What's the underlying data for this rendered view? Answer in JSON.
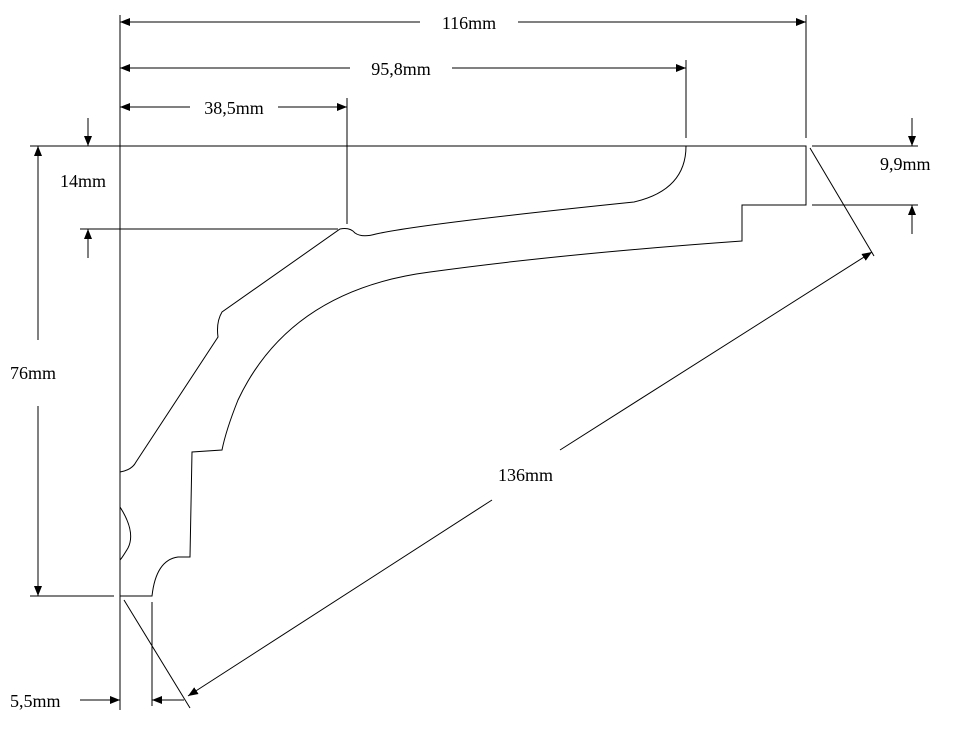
{
  "diagram": {
    "labels": {
      "overall_width": "116mm",
      "upper_width": "95,8mm",
      "top_flat": "38,5mm",
      "top_step": "14mm",
      "right_step": "9,9mm",
      "height": "76mm",
      "diagonal": "136mm",
      "bottom_lip": "5,5mm"
    }
  }
}
